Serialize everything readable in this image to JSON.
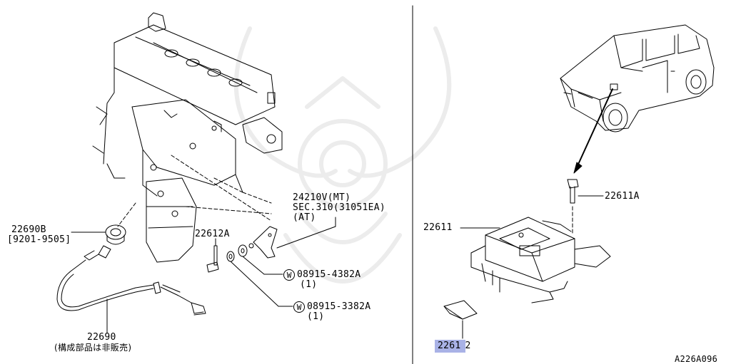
{
  "diagram": {
    "code": "A226A096",
    "highlight_color": "#a9b2e6",
    "left": {
      "sensor_part": "22690",
      "sensor_note": "(構成部品は非販売)",
      "grommet_part": "22690B",
      "grommet_range": "[9201-9505]",
      "bolt_part": "22612A",
      "bracket_part": "24210V(MT)",
      "bracket_sec": "SEC.310(31051EA)",
      "bracket_at": "(AT)",
      "washer_symbol": "W",
      "washer1_part": "08915-4382A",
      "washer1_qty": "(1)",
      "washer2_part": "08915-3382A",
      "washer2_qty": "(1)"
    },
    "right": {
      "bolt_part": "22611A",
      "ecu_part": "22611",
      "clip_part_highlight": "2261",
      "clip_part_rest": "2"
    }
  }
}
